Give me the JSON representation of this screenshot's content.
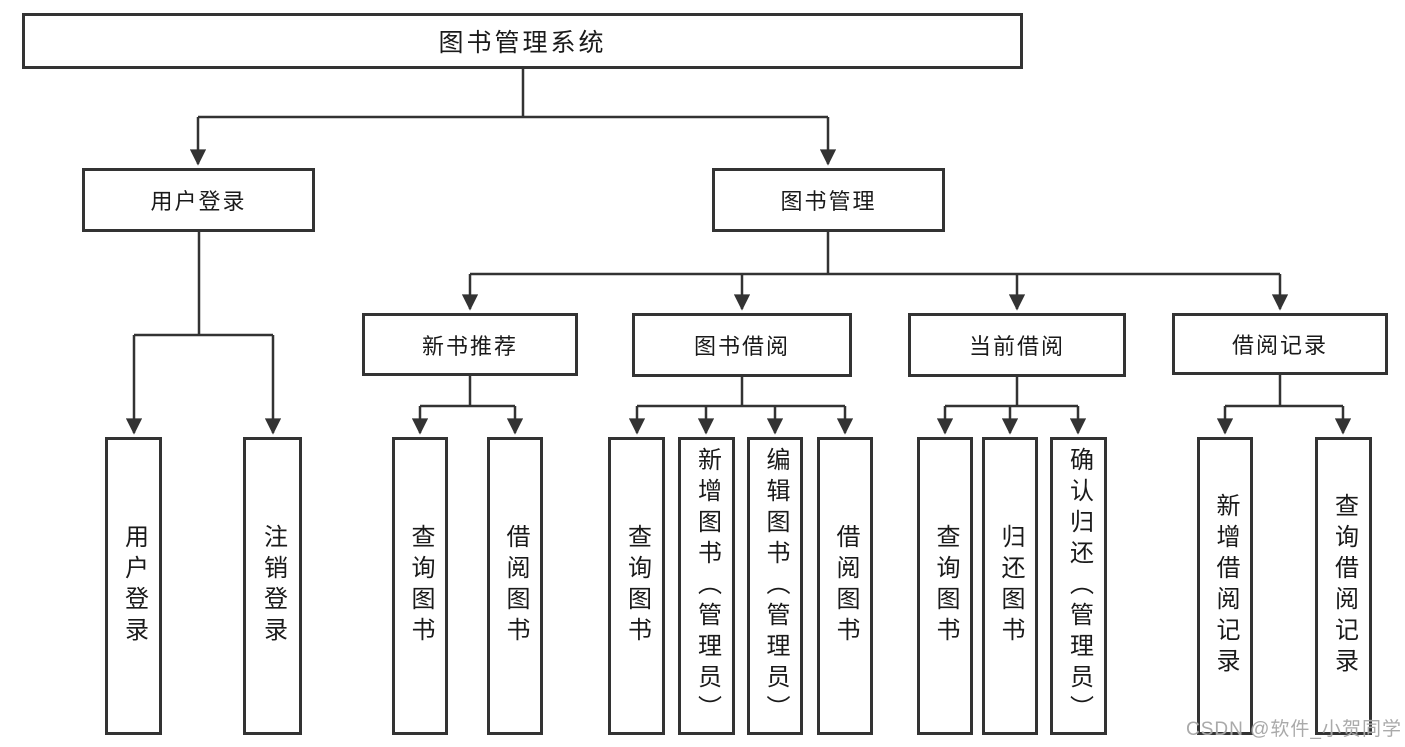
{
  "meta": {
    "watermark": "CSDN @软件_小贺同学"
  },
  "colors": {
    "line": "#333333",
    "box_border": "#333333",
    "box_background": "#ffffff",
    "text": "#1a1a1a",
    "watermark": "#a5a5a5"
  },
  "nodes": {
    "root": {
      "label": "图书管理系统"
    },
    "user_login": {
      "label": "用户登录"
    },
    "book_mgmt": {
      "label": "图书管理"
    },
    "new_book_rec": {
      "label": "新书推荐"
    },
    "book_borrow": {
      "label": "图书借阅"
    },
    "current_borrow": {
      "label": "当前借阅"
    },
    "borrow_records": {
      "label": "借阅记录"
    },
    "ul_login": {
      "label": "用户登录"
    },
    "ul_logout": {
      "label": "注销登录"
    },
    "nbr_query": {
      "label": "查询图书"
    },
    "nbr_borrow": {
      "label": "借阅图书"
    },
    "bb_query": {
      "label": "查询图书"
    },
    "bb_add": {
      "label": "新增图书（管理员）"
    },
    "bb_edit": {
      "label": "编辑图书（管理员）"
    },
    "bb_borrow": {
      "label": "借阅图书"
    },
    "cb_query": {
      "label": "查询图书"
    },
    "cb_return": {
      "label": "归还图书"
    },
    "cb_confirm": {
      "label": "确认归还（管理员）"
    },
    "br_add": {
      "label": "新增借阅记录"
    },
    "br_query": {
      "label": "查询借阅记录"
    }
  },
  "hierarchy": {
    "root": [
      "user_login",
      "book_mgmt"
    ],
    "user_login": [
      "ul_login",
      "ul_logout"
    ],
    "book_mgmt": [
      "new_book_rec",
      "book_borrow",
      "current_borrow",
      "borrow_records"
    ],
    "new_book_rec": [
      "nbr_query",
      "nbr_borrow"
    ],
    "book_borrow": [
      "bb_query",
      "bb_add",
      "bb_edit",
      "bb_borrow"
    ],
    "current_borrow": [
      "cb_query",
      "cb_return",
      "cb_confirm"
    ],
    "borrow_records": [
      "br_add",
      "br_query"
    ]
  }
}
